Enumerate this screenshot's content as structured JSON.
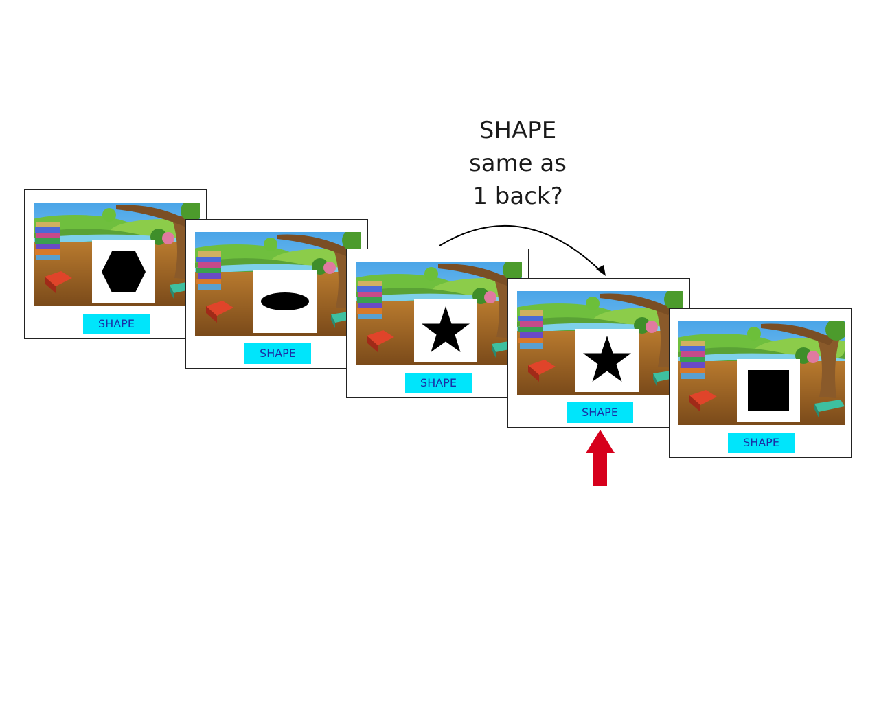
{
  "question": {
    "line1": "SHAPE",
    "line2": "same as",
    "line3": "1 back?"
  },
  "cards": [
    {
      "shape": "hexagon",
      "label": "SHAPE"
    },
    {
      "shape": "ellipse",
      "label": "SHAPE"
    },
    {
      "shape": "star",
      "label": "SHAPE"
    },
    {
      "shape": "star",
      "label": "SHAPE"
    },
    {
      "shape": "square",
      "label": "SHAPE"
    }
  ],
  "colors": {
    "label_bg": "#00e5fb",
    "label_text": "#1a2fa6",
    "arrow_red": "#d6001c",
    "stimulus": "#000000"
  },
  "icons": {
    "match_arrow": "curved-arrow-icon",
    "response_marker": "up-arrow-icon"
  }
}
